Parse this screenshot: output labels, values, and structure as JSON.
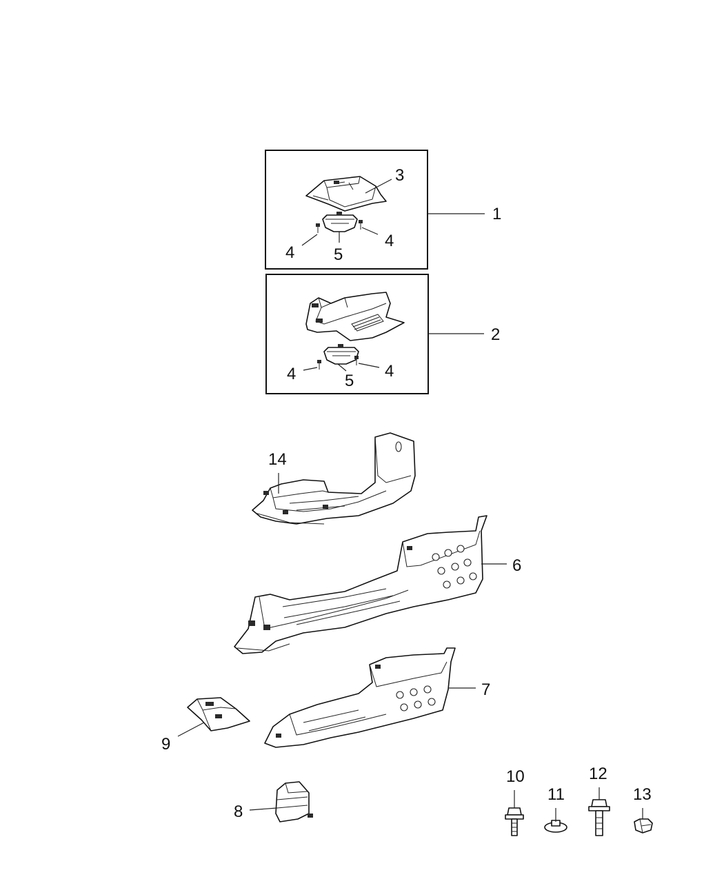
{
  "diagram": {
    "callouts": [
      {
        "id": "c1",
        "text": "1"
      },
      {
        "id": "c2",
        "text": "2"
      },
      {
        "id": "c3",
        "text": "3"
      },
      {
        "id": "c4a",
        "text": "4"
      },
      {
        "id": "c4b",
        "text": "4"
      },
      {
        "id": "c5a",
        "text": "5"
      },
      {
        "id": "c4c",
        "text": "4"
      },
      {
        "id": "c4d",
        "text": "4"
      },
      {
        "id": "c5b",
        "text": "5"
      },
      {
        "id": "c14",
        "text": "14"
      },
      {
        "id": "c6",
        "text": "6"
      },
      {
        "id": "c7",
        "text": "7"
      },
      {
        "id": "c9",
        "text": "9"
      },
      {
        "id": "c8",
        "text": "8"
      },
      {
        "id": "c10",
        "text": "10"
      },
      {
        "id": "c11",
        "text": "11"
      },
      {
        "id": "c12",
        "text": "12"
      },
      {
        "id": "c13",
        "text": "13"
      }
    ]
  }
}
